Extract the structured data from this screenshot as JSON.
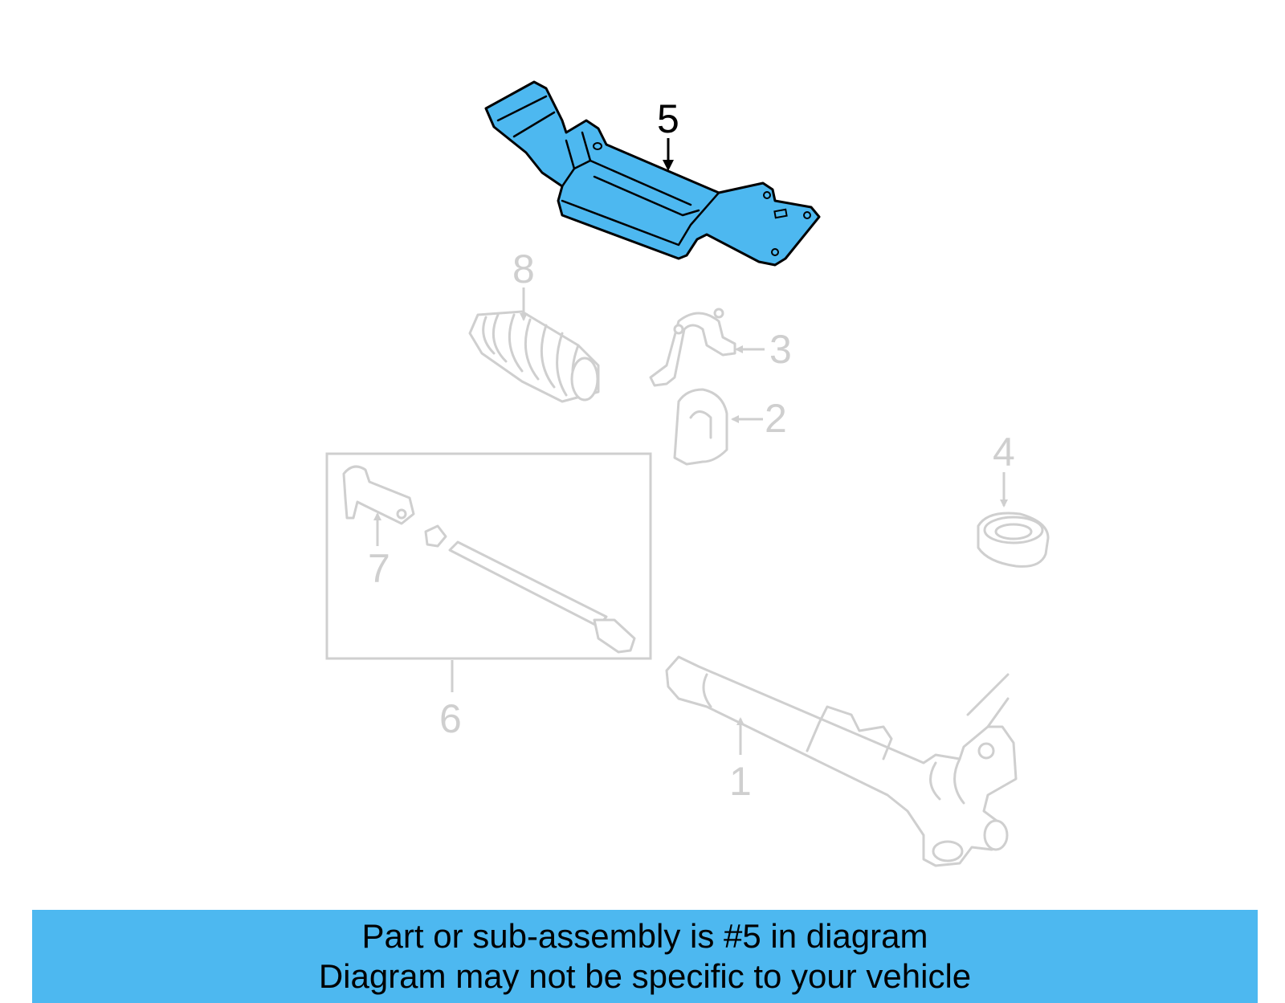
{
  "callouts": {
    "c1": "1",
    "c2": "2",
    "c3": "3",
    "c4": "4",
    "c5": "5",
    "c6": "6",
    "c7": "7",
    "c8": "8"
  },
  "highlight_color": "#4db8f0",
  "ghost_color": "#cfcfcf",
  "banner": {
    "line1": "Part or sub-assembly is #5 in diagram",
    "line2": "Diagram may not be specific to your vehicle",
    "color": "#4db8f0"
  }
}
